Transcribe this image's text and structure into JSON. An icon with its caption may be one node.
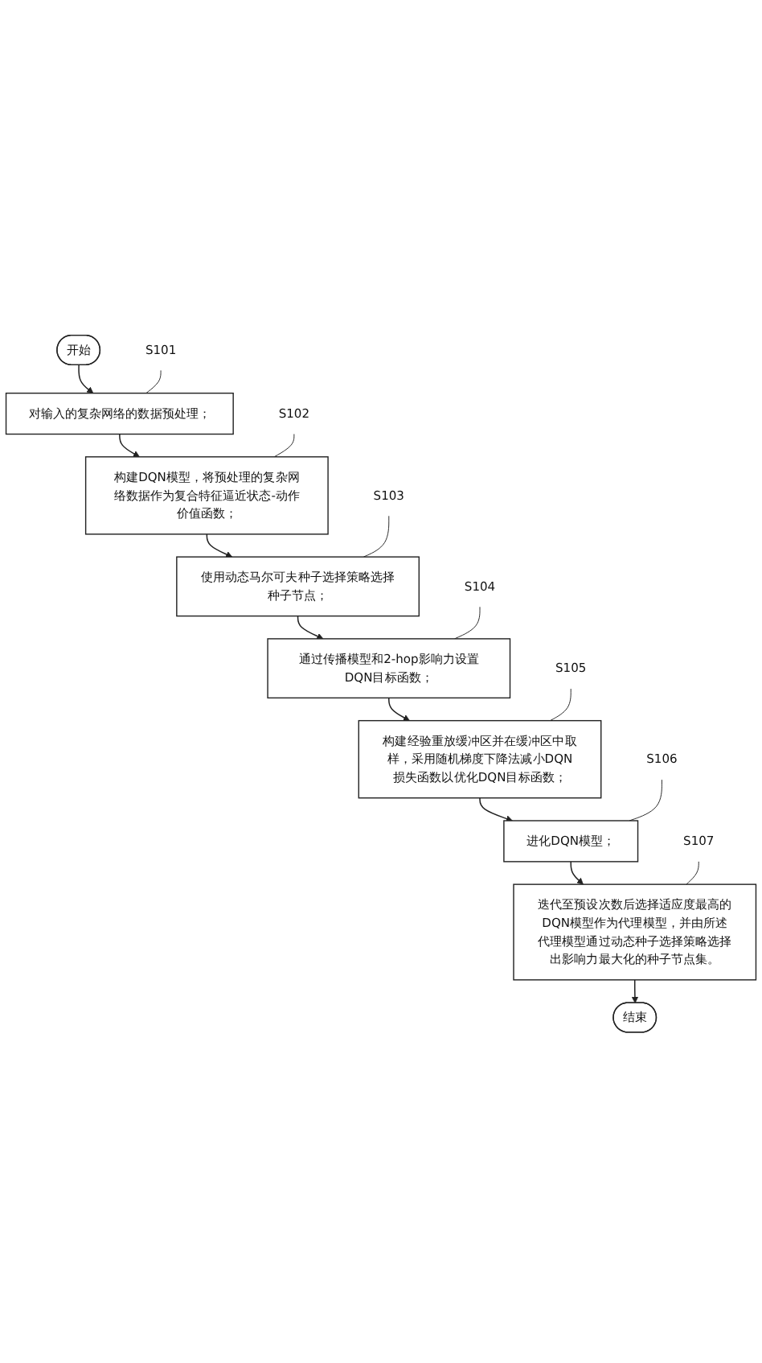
{
  "diagram": {
    "nodes": [
      {
        "text": [
          "开始"
        ]
      },
      {
        "text": [
          "对输入的复杂网络的数据预处理；"
        ]
      },
      {
        "text": [
          "构建DQN模型，将预处理的复杂网络数据作为复合特征逼近状态-动作价值函数；"
        ]
      },
      {
        "text": [
          "使用动态马尔可夫种子选择策略选择种子节点；"
        ]
      },
      {
        "text": [
          "通过传播模型和2-hop影响力设置DQN目标函数；"
        ]
      },
      {
        "text": [
          "构建经验重放缓冲区并在缓冲区中取样，采用随机梯度下降法减小DQN损失函数以优化DQN目标函数；"
        ]
      },
      {
        "text": [
          "进化DQN模型；"
        ]
      },
      {
        "text": [
          "迭代至预设次数后选择适应度最高的DQN模型作为代理模型，并由所述代理模型通过动态种子选择策略选择出影响力最大化的种子节点集。"
        ]
      },
      {
        "text": [
          "结束"
        ]
      },
      {
        "text": [
          "S101"
        ]
      },
      {
        "text": [
          "S102"
        ]
      },
      {
        "text": [
          "S103"
        ]
      },
      {
        "text": [
          "S104"
        ]
      },
      {
        "text": [
          "S105"
        ]
      },
      {
        "text": [
          "S106"
        ]
      },
      {
        "text": [
          "S107"
        ]
      }
    ],
    "edges": [
      {
        "from": 0,
        "to": 1,
        "arrow": "to"
      },
      {
        "from": 1,
        "to": 2,
        "arrow": "to"
      },
      {
        "from": 2,
        "to": 3,
        "arrow": "to"
      },
      {
        "from": 3,
        "to": 4,
        "arrow": "to"
      },
      {
        "from": 4,
        "to": 5,
        "arrow": "to"
      },
      {
        "from": 5,
        "to": 6,
        "arrow": "to"
      },
      {
        "from": 6,
        "to": 7,
        "arrow": "to"
      },
      {
        "from": 7,
        "to": 8,
        "arrow": "to"
      },
      {
        "from": 9,
        "to": 1,
        "arrow": "none"
      },
      {
        "from": 10,
        "to": 2,
        "arrow": "none"
      },
      {
        "from": 11,
        "to": 3,
        "arrow": "none"
      },
      {
        "from": 12,
        "to": 4,
        "arrow": "none"
      },
      {
        "from": 13,
        "to": 5,
        "arrow": "none"
      },
      {
        "from": 14,
        "to": 6,
        "arrow": "none"
      },
      {
        "from": 15,
        "to": 7,
        "arrow": "none"
      }
    ]
  }
}
